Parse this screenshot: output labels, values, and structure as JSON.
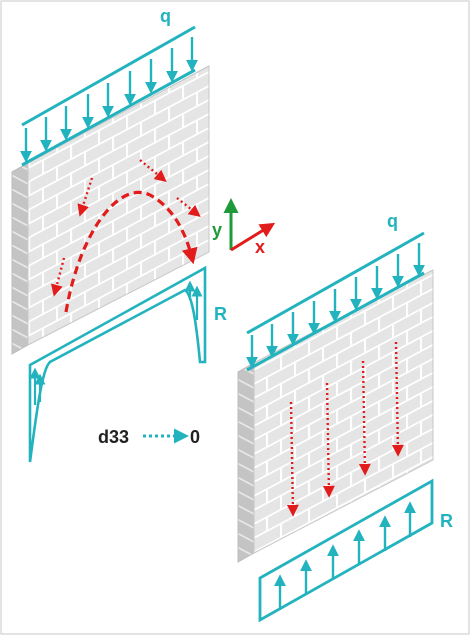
{
  "colors": {
    "load": "#22b3be",
    "reaction": "#22b3be",
    "arrows_red": "#e21b1b",
    "axis_y": "#1f9a3a",
    "axis_x": "#e21b1b",
    "brick_face": "#e6e6e6",
    "brick_side": "#c9c9c9",
    "mortar": "#ffffff",
    "border": "#c8c8c8"
  },
  "left_panel": {
    "load_label": "q",
    "reaction_label": "R"
  },
  "right_panel": {
    "load_label": "q",
    "reaction_label": "R"
  },
  "axes": {
    "y_label": "y",
    "x_label": "x"
  },
  "legend": {
    "left": "d33",
    "right": "0"
  }
}
